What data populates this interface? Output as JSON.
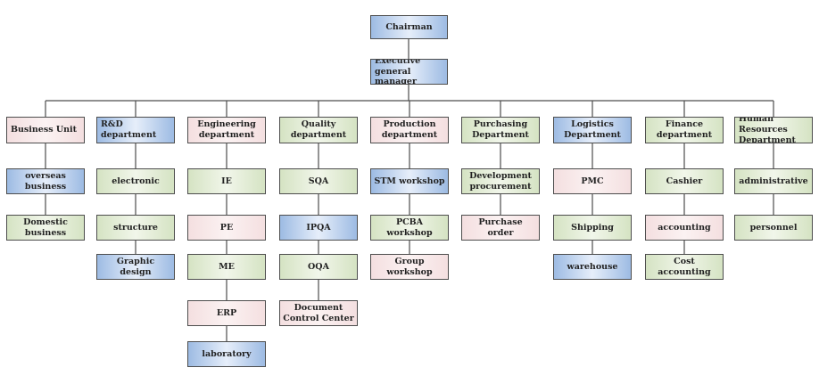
{
  "colors": {
    "line": "#4d4d4d",
    "blue": "#9dbbe3",
    "green": "#d5e3c3",
    "pink": "#f4dfe0"
  },
  "root": {
    "label": "Chairman",
    "color": "blue"
  },
  "manager": {
    "label": "Executive general manager",
    "color": "blue"
  },
  "departments": [
    {
      "label": "Business Unit",
      "color": "pink",
      "children": [
        {
          "label": "overseas business",
          "color": "blue"
        },
        {
          "label": "Domestic business",
          "color": "green"
        }
      ]
    },
    {
      "label": "R&D department",
      "color": "blue",
      "children": [
        {
          "label": "electronic",
          "color": "green"
        },
        {
          "label": "structure",
          "color": "green"
        },
        {
          "label": "Graphic design",
          "color": "blue"
        }
      ]
    },
    {
      "label": "Engineering department",
      "color": "pink",
      "children": [
        {
          "label": "IE",
          "color": "green"
        },
        {
          "label": "PE",
          "color": "pink"
        },
        {
          "label": "ME",
          "color": "green"
        },
        {
          "label": "ERP",
          "color": "pink"
        },
        {
          "label": "laboratory",
          "color": "blue"
        }
      ]
    },
    {
      "label": "Quality department",
      "color": "green",
      "children": [
        {
          "label": "SQA",
          "color": "green"
        },
        {
          "label": "IPQA",
          "color": "blue"
        },
        {
          "label": "OQA",
          "color": "green"
        },
        {
          "label": "Document Control Center",
          "color": "pink"
        }
      ]
    },
    {
      "label": "Production department",
      "color": "pink",
      "children": [
        {
          "label": "STM workshop",
          "color": "blue"
        },
        {
          "label": "PCBA workshop",
          "color": "green"
        },
        {
          "label": "Group workshop",
          "color": "pink"
        }
      ]
    },
    {
      "label": "Purchasing Department",
      "color": "green",
      "children": [
        {
          "label": "Development procurement",
          "color": "green"
        },
        {
          "label": "Purchase order",
          "color": "pink"
        }
      ]
    },
    {
      "label": "Logistics Department",
      "color": "blue",
      "children": [
        {
          "label": "PMC",
          "color": "pink"
        },
        {
          "label": "Shipping",
          "color": "green"
        },
        {
          "label": "warehouse",
          "color": "blue"
        }
      ]
    },
    {
      "label": "Finance department",
      "color": "green",
      "children": [
        {
          "label": "Cashier",
          "color": "green"
        },
        {
          "label": "accounting",
          "color": "pink"
        },
        {
          "label": "Cost  accounting",
          "color": "green"
        }
      ]
    },
    {
      "label": "Human Resources Department",
      "color": "green",
      "children": [
        {
          "label": "administrative",
          "color": "green"
        },
        {
          "label": "personnel",
          "color": "green"
        }
      ]
    }
  ]
}
